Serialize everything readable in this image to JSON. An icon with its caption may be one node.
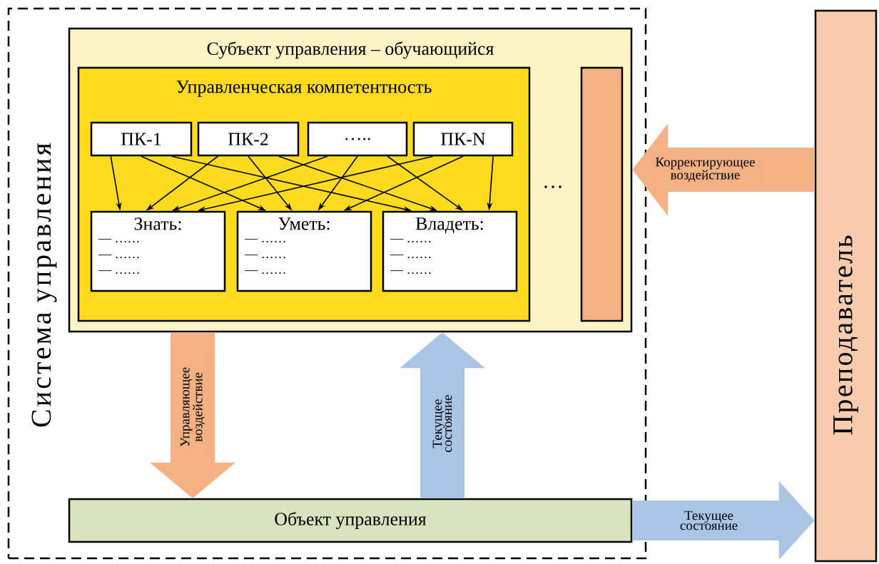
{
  "diagram": {
    "nodes": [
      {
        "text": [
          "Система управления"
        ]
      },
      {
        "text": [
          "Субъект управления – обучающийся"
        ],
        "in": 0
      },
      {
        "text": [
          "Управленческая компетентность"
        ],
        "in": 1
      },
      {
        "text": [
          "ПК-1"
        ],
        "in": 2
      },
      {
        "text": [
          "ПК-2"
        ],
        "in": 2
      },
      {
        "text": [
          "….."
        ],
        "in": 2
      },
      {
        "text": [
          "ПК-N"
        ],
        "in": 2
      },
      {
        "text": [
          "Знать:",
          "— ……",
          "— ……",
          "— ……"
        ],
        "in": 2
      },
      {
        "text": [
          "Уметь:",
          "— ……",
          "— ……",
          "— ……"
        ],
        "in": 2
      },
      {
        "text": [
          "Владеть:",
          "— ……",
          "— ……",
          "— ……"
        ],
        "in": 2
      },
      {
        "text": [],
        "shape": "bar",
        "in": 1
      },
      {
        "text": [
          "Объект управления"
        ],
        "in": 0
      },
      {
        "text": [
          "Преподаватель"
        ]
      }
    ],
    "edges": [
      {
        "from": 3,
        "to": 7,
        "arrow": "to"
      },
      {
        "from": 3,
        "to": 8,
        "arrow": "to"
      },
      {
        "from": 3,
        "to": 9,
        "arrow": "to"
      },
      {
        "from": 4,
        "to": 7,
        "arrow": "to"
      },
      {
        "from": 4,
        "to": 8,
        "arrow": "to"
      },
      {
        "from": 4,
        "to": 9,
        "arrow": "to"
      },
      {
        "from": 5,
        "to": 7,
        "arrow": "to"
      },
      {
        "from": 5,
        "to": 8,
        "arrow": "to"
      },
      {
        "from": 5,
        "to": 9,
        "arrow": "to"
      },
      {
        "from": 6,
        "to": 7,
        "arrow": "to"
      },
      {
        "from": 6,
        "to": 8,
        "arrow": "to"
      },
      {
        "from": 6,
        "to": 9,
        "arrow": "to"
      },
      {
        "from": 12,
        "to": 1,
        "arrow": "to",
        "label": "Корректирующее воздействие",
        "style": "thick",
        "color": "#f4b183"
      },
      {
        "from": 1,
        "to": 11,
        "arrow": "to",
        "label": "Управляющее воздействие",
        "style": "thick",
        "color": "#f4b183"
      },
      {
        "from": 11,
        "to": 1,
        "arrow": "to",
        "label": "Текущее состояние",
        "style": "thick",
        "color": "#a9c5e6"
      },
      {
        "from": 11,
        "to": 12,
        "arrow": "to",
        "label": "Текущее состояние",
        "style": "thick",
        "color": "#a9c5e6"
      }
    ],
    "labels": [
      "…"
    ]
  }
}
